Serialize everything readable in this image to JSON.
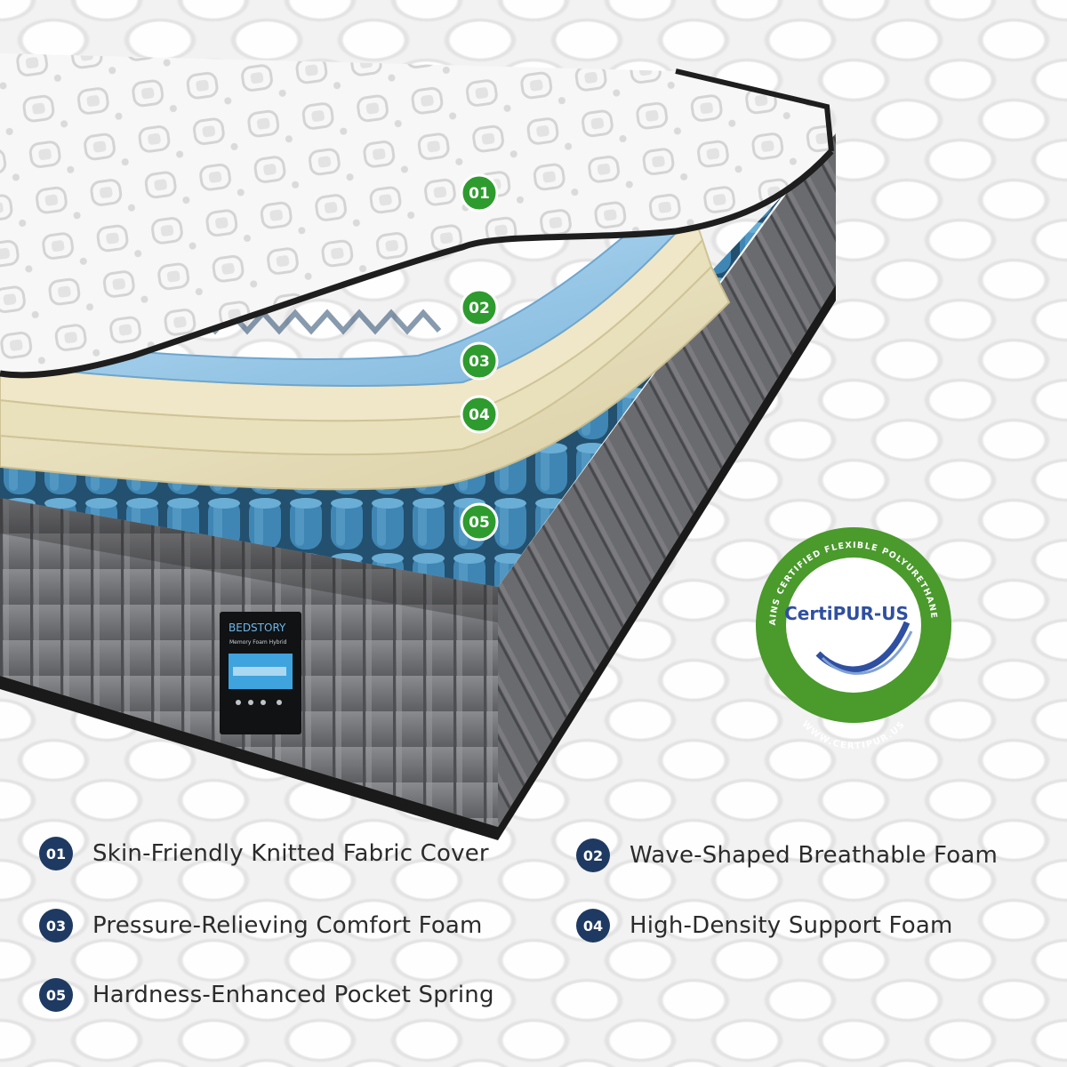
{
  "product": {
    "brand": "BEDSTORY",
    "label_subtitle": "Memory Foam Hybrid"
  },
  "layer_markers": [
    "01",
    "02",
    "03",
    "04",
    "05"
  ],
  "certification": {
    "logo_text": "CertiPUR-US",
    "ring_top_text": "CONTAINS CERTIFIED FLEXIBLE POLYURETHANE FOAM",
    "ring_bottom_text": "WWW.CERTIPUR.US",
    "color": "#4a9a2c"
  },
  "features": [
    {
      "number": "01",
      "label": "Skin-Friendly Knitted Fabric Cover"
    },
    {
      "number": "02",
      "label": "Wave-Shaped Breathable Foam"
    },
    {
      "number": "03",
      "label": "Pressure-Relieving Comfort Foam"
    },
    {
      "number": "04",
      "label": "High-Density Support Foam"
    },
    {
      "number": "05",
      "label": "Hardness-Enhanced Pocket Spring"
    }
  ],
  "colors": {
    "marker_green": "#2e9b2e",
    "badge_navy": "#1f3a62",
    "side_gray": "#6e6f73",
    "spring_blue": "#3f86b4"
  }
}
